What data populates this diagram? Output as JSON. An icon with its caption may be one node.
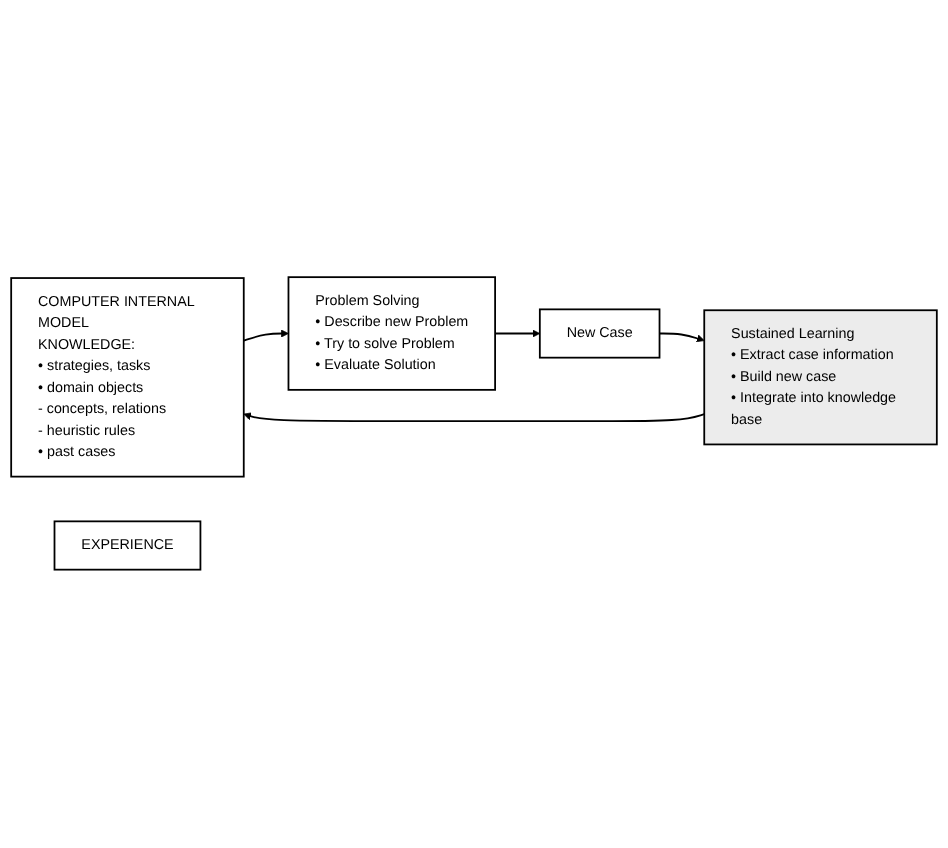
{
  "diagram": {
    "nodes": [
      {
        "text": [
          "COMPUTER INTERNAL MODEL",
          "KNOWLEDGE:",
          "• strategies, tasks",
          "• domain objects",
          "- concepts, relations",
          "- heuristic rules",
          "• past cases"
        ]
      },
      {
        "text": [
          "Problem Solving",
          "• Describe new Problem",
          "• Try to solve Problem",
          "• Evaluate Solution"
        ]
      },
      {
        "text": [
          "New Case"
        ]
      },
      {
        "text": [
          "EXPERIENCE"
        ]
      },
      {
        "text": [
          "Sustained Learning",
          "• Extract case information",
          "• Build new case",
          "• Integrate into knowledge base"
        ]
      }
    ],
    "edges": [
      {
        "from": 0,
        "to": 1,
        "arrow": "to"
      },
      {
        "from": 1,
        "to": 2,
        "arrow": "to"
      },
      {
        "from": 2,
        "to": 4,
        "arrow": "to"
      },
      {
        "from": 4,
        "to": 0,
        "arrow": "to"
      }
    ]
  }
}
